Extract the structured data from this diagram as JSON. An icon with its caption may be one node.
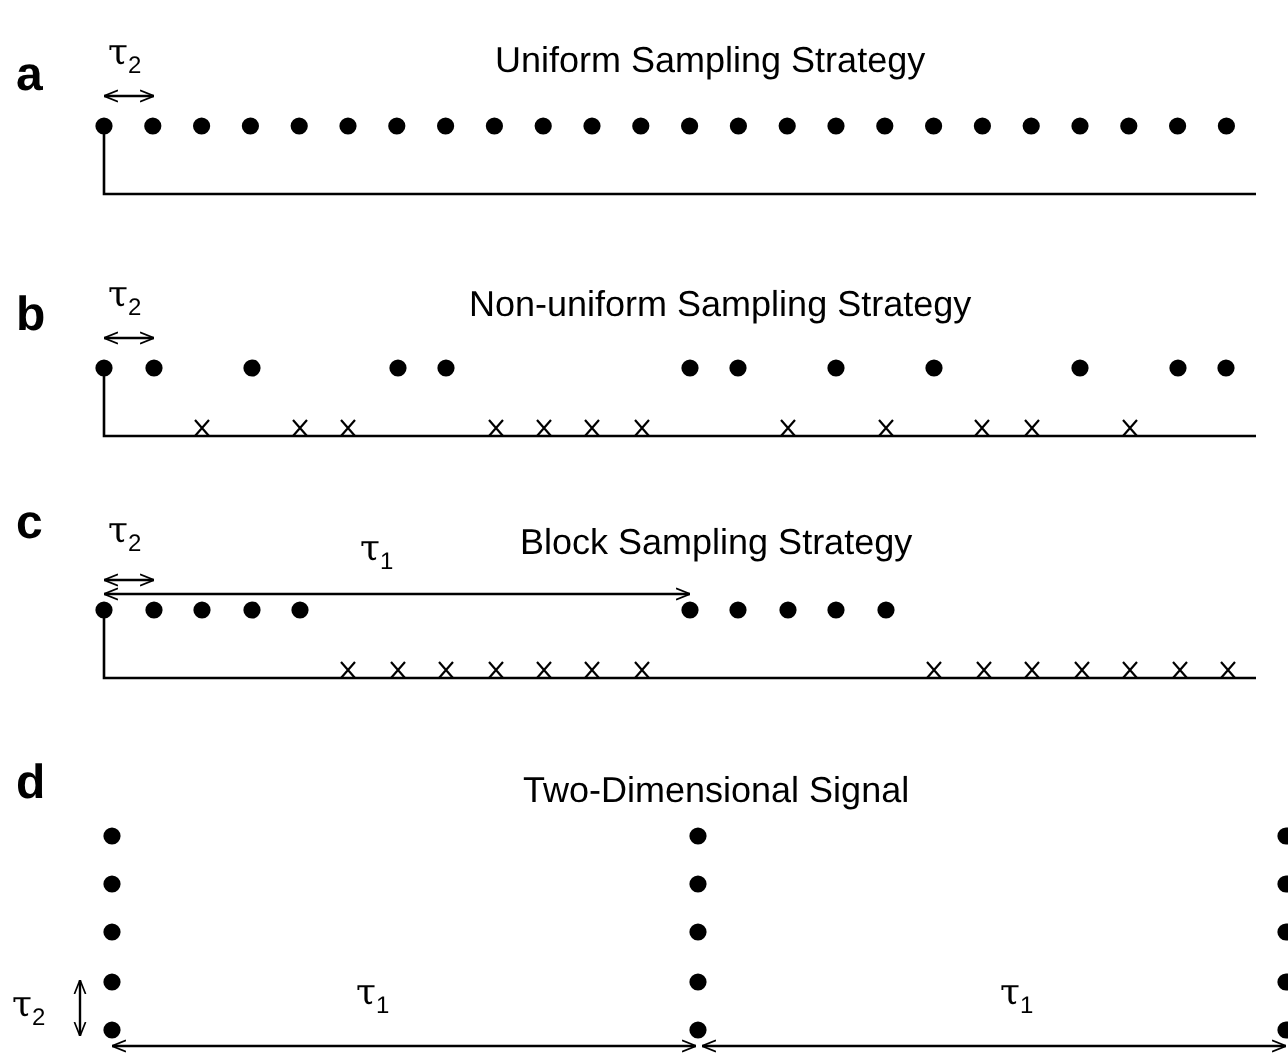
{
  "diagram": {
    "labels": [
      "a",
      "τ$_{2}$",
      "Uniform Sampling Strategy",
      "b",
      "τ$_{2}$",
      "Non-uniform Sampling Strategy",
      "c",
      "τ$_{2}$",
      "τ$_{1}$",
      "Block Sampling Strategy",
      "d",
      "Two-Dimensional Signal",
      "τ$_{2}$",
      "τ$_{1}$",
      "τ$_{1}$"
    ]
  }
}
